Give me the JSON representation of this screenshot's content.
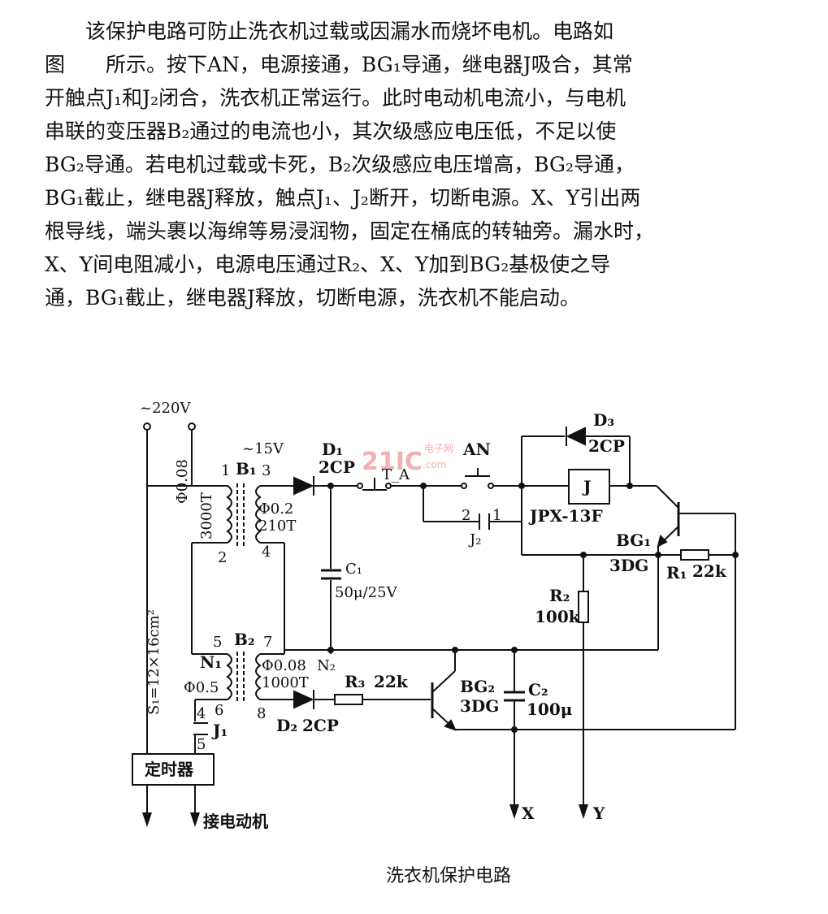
{
  "paragraph": [
    "　　该保护电路可防止洗衣机过载或因漏水而烧坏电机。电路如",
    "图　　所示。按下AN，电源接通，BG₁导通，继电器J吸合，其常",
    "开触点J₁和J₂闭合，洗衣机正常运行。此时电动机电流小，与电机",
    "串联的变压器B₂通过的电流也小，其次级感应电压低，不足以使",
    "BG₂导通。若电机过载或卡死，B₂次级感应电压增高，BG₂导通，",
    "BG₁截止，继电器J释放，触点J₁、J₂断开，切断电源。X、Y引出两",
    "根导线，端头裹以海绵等易浸润物，固定在桶底的转轴旁。漏水时，",
    "X、Y间电阻减小，电源电压通过R₂、X、Y加到BG₂基极使之导",
    "通，BG₁截止，继电器J释放，切断电源，洗衣机不能启动。"
  ],
  "diagram": {
    "supply": "~220V",
    "b1": "B₁",
    "b1_secondary_voltage": "~15V",
    "b1_pin1": "1",
    "b1_pin2": "2",
    "b1_pin3": "3",
    "b1_pin4": "4",
    "b1_primary_wire": "Φ0.08",
    "b1_primary_turns": "3000T",
    "b1_secondary_wire": "Φ0.2",
    "b1_secondary_turns": "210T",
    "core_area": "S₁=12×16cm²",
    "d1": "D₁",
    "d1_type": "2CP",
    "ta": "T_A",
    "an": "AN",
    "c1": "C₁",
    "c1_value": "50μ/25V",
    "d3": "D₃",
    "d3_type": "2CP",
    "relay": "J",
    "relay_model": "JPX-13F",
    "j2": "J₂",
    "j2_pin2": "2",
    "j2_pin1": "1",
    "bg1": "BG₁",
    "bg1_type": "3DG",
    "r1": "R₁",
    "r1_value": "22k",
    "r2": "R₂",
    "r2_value": "100k",
    "b2": "B₂",
    "b2_pin5": "5",
    "b2_pin6": "6",
    "b2_pin7": "7",
    "b2_pin8": "8",
    "n1": "N₁",
    "n1_wire": "Φ0.5",
    "n2": "N₂",
    "n2_wire": "Φ0.08",
    "n2_turns": "1000T",
    "r3": "R₃",
    "r3_value": "22k",
    "d2": "D₂",
    "d2_type": "2CP",
    "bg2": "BG₂",
    "bg2_type": "3DG",
    "c2": "C₂",
    "c2_value": "100μ",
    "j1": "J₁",
    "j1_pin4": "4",
    "j1_pin5": "5",
    "timer": "定时器",
    "motor": "接电动机",
    "x": "X",
    "y": "Y"
  },
  "caption": "洗衣机保护电路",
  "watermark": {
    "main": "21IC",
    "cn": "电子网",
    "com": ".com"
  }
}
